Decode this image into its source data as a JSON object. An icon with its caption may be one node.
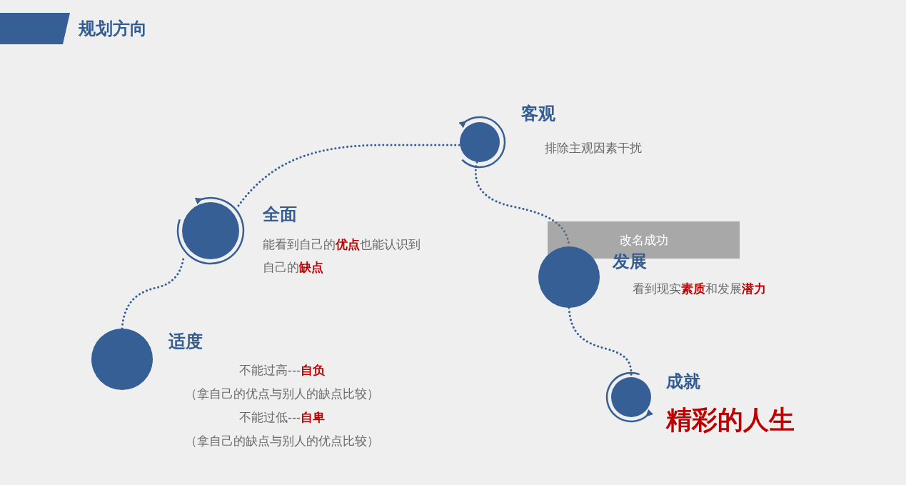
{
  "diagram": {
    "title": "规划方向",
    "nodes": [
      {
        "text": [],
        "shape": "circle",
        "beside": [
          "适度",
          "不能过高---**自负**",
          "（拿自己的优点与别人的缺点比较）",
          "不能过低---**自卑**",
          "（拿自己的缺点与别人的优点比较）"
        ]
      },
      {
        "text": [],
        "shape": "circle",
        "beside": [
          "全面",
          "能看到自己的**优点**也能认识到自己的**缺点**"
        ]
      },
      {
        "text": [],
        "shape": "circle",
        "beside": [
          "客观",
          "排除主观因素干扰"
        ]
      },
      {
        "text": [],
        "shape": "circle",
        "beside": [
          "发展",
          "看到现实**素质**和发展**潜力**"
        ]
      },
      {
        "text": [],
        "shape": "circle",
        "beside": [
          "成就",
          "精彩的人生"
        ]
      }
    ],
    "edges": [
      {
        "from": 0,
        "to": 1,
        "arrow": "none"
      },
      {
        "from": 1,
        "to": 2,
        "arrow": "none"
      },
      {
        "from": 2,
        "to": 3,
        "arrow": "none"
      },
      {
        "from": 3,
        "to": 4,
        "arrow": "none"
      }
    ],
    "labels": [
      "改名成功"
    ]
  }
}
